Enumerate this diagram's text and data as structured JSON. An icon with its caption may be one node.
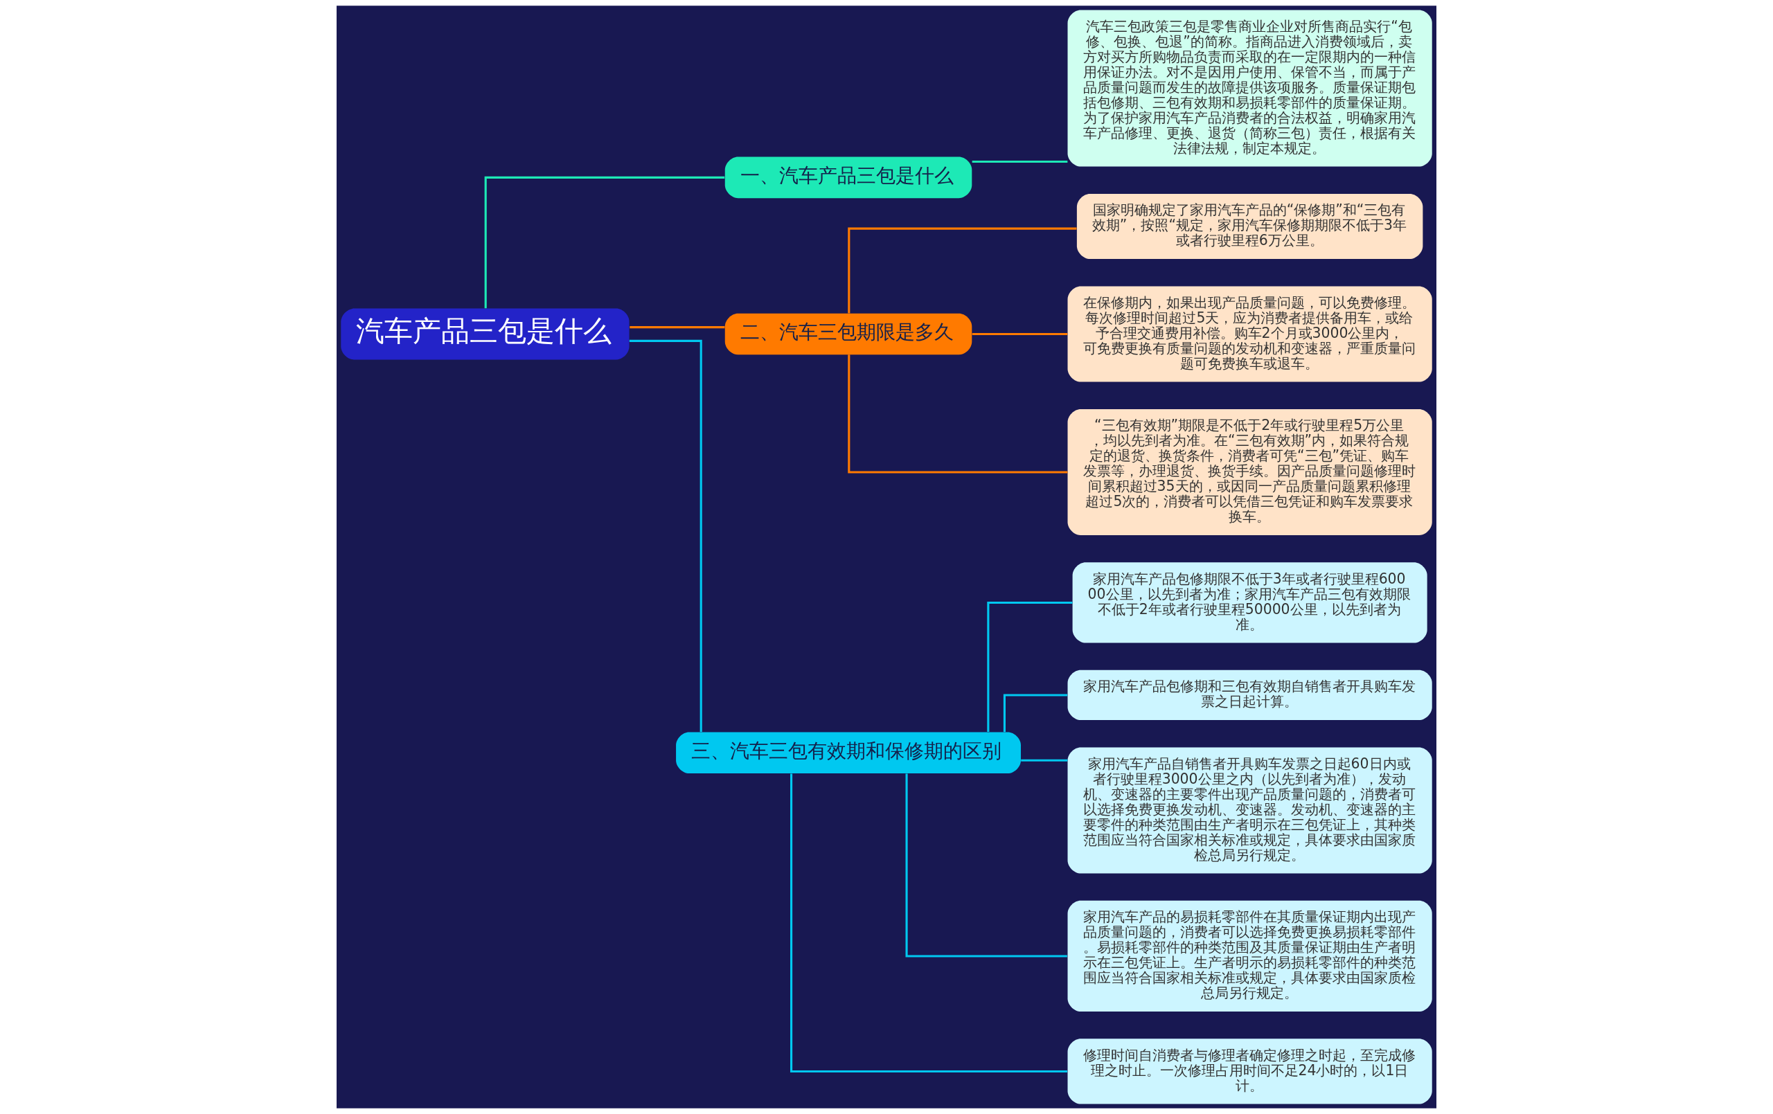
{
  "diagram": {
    "nodes": [
      {
        "text": [
          "汽车产品三包是什么"
        ]
      },
      {
        "text": [
          "一、汽车产品三包是什么"
        ]
      },
      {
        "text": [
          "汽车三包政策三包是零售商业企业对所售商品实行“包修、包换、包退”的简称。指商品进入消费领域后，卖方对买方所购物品负责而采取的在一定限期内的一种信用保证办法。对不是因用户使用、保管不当，而属于产品质量问题而发生的故障提供该项服务。质量保证期包括包修期、三包有效期和易损耗零部件的质量保证期。为了保护家用汽车产品消费者的合法权益，明确家用汽车产品修理、更换、退货（简称三包）责任，根据有关法律法规，制定本规定。"
        ]
      },
      {
        "text": [
          "二、汽车三包期限是多久"
        ]
      },
      {
        "text": [
          "国家明确规定了家用汽车产品的“保修期”和“三包有效期”，按照“规定，家用汽车保修期期限不低于3年或者行驶里程6万公里。"
        ]
      },
      {
        "text": [
          "在保修期内，如果出现产品质量问题，可以免费修理。每次修理时间超过5天，应为消费者提供备用车，或给予合理交通费用补偿。购车2个月或3000公里内，可免费更换有质量问题的发动机和变速器，严重质量问题可免费换车或退车。"
        ]
      },
      {
        "text": [
          "“三包有效期”期限是不低于2年或行驶里程5万公里，均以先到者为准。在“三包有效期”内，如果符合规定的退货、换货条件，消费者可凭“三包”凭证、购车发票等，办理退货、换货手续。因产品质量问题修理时间累积超过35天的，或因同一产品质量问题累积修理超过5次的，消费者可以凭借三包凭证和购车发票要求换车。"
        ]
      },
      {
        "text": [
          "三、汽车三包有效期和保修期的区别"
        ]
      },
      {
        "text": [
          "家用汽车产品包修期限不低于3年或者行驶里程60000公里，以先到者为准；家用汽车产品三包有效期限不低于2年或者行驶里程50000公里，以先到者为准。"
        ]
      },
      {
        "text": [
          "家用汽车产品包修期和三包有效期自销售者开具购车发票之日起计算。"
        ]
      },
      {
        "text": [
          "家用汽车产品自销售者开具购车发票之日起60日内或者行驶里程3000公里之内（以先到者为准），发动机、变速器的主要零件出现产品质量问题的，消费者可以选择免费更换发动机、变速器。发动机、变速器的主要零件的种类范围由生产者明示在三包凭证上，其种类范围应当符合国家相关标准或规定，具体要求由国家质检总局另行规定。"
        ]
      },
      {
        "text": [
          "家用汽车产品的易损耗零部件在其质量保证期内出现产品质量问题的，消费者可以选择免费更换易损耗零部件。易损耗零部件的种类范围及其质量保证期由生产者明示在三包凭证上。生产者明示的易损耗零部件的种类范围应当符合国家相关标准或规定，具体要求由国家质检总局另行规定。"
        ]
      },
      {
        "text": [
          "修理时间自消费者与修理者确定修理之时起，至完成修理之时止。一次修理占用时间不足24小时的，以1日计。"
        ]
      }
    ],
    "edges": [
      {
        "from": 0,
        "to": 1,
        "arrow": "none",
        "color": "#1de9b6"
      },
      {
        "from": 1,
        "to": 2,
        "arrow": "none",
        "color": "#1de9b6"
      },
      {
        "from": 0,
        "to": 3,
        "arrow": "none",
        "color": "#ff7a00"
      },
      {
        "from": 3,
        "to": 4,
        "arrow": "none",
        "color": "#ff7a00"
      },
      {
        "from": 3,
        "to": 5,
        "arrow": "none",
        "color": "#ff7a00"
      },
      {
        "from": 3,
        "to": 6,
        "arrow": "none",
        "color": "#ff7a00"
      },
      {
        "from": 0,
        "to": 7,
        "arrow": "none"
      },
      {
        "from": 7,
        "to": 8,
        "arrow": "none"
      },
      {
        "from": 7,
        "to": 9,
        "arrow": "none"
      },
      {
        "from": 7,
        "to": 10,
        "arrow": "none"
      },
      {
        "from": 7,
        "to": 11,
        "arrow": "none"
      },
      {
        "from": 7,
        "to": 12,
        "arrow": "none"
      }
    ]
  }
}
